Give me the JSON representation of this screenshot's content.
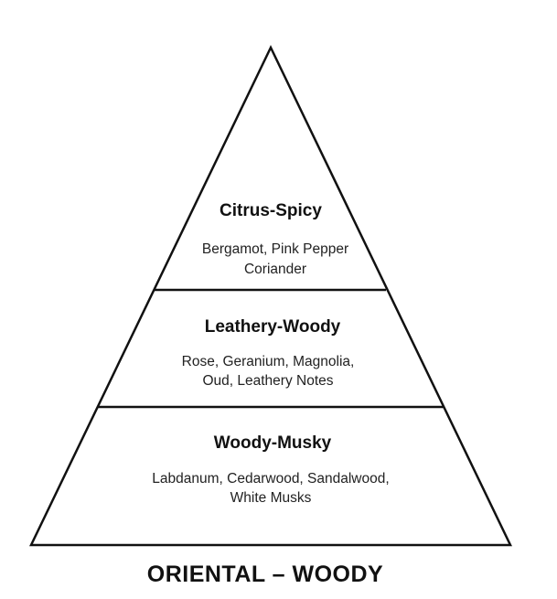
{
  "diagram": {
    "tiers": [
      {
        "title": "Citrus-Spicy",
        "notes_line1": "Bergamot, Pink Pepper",
        "notes_line2": "Coriander"
      },
      {
        "title": "Leathery-Woody",
        "notes_line1": "Rose, Geranium, Magnolia,",
        "notes_line2": "Oud, Leathery Notes"
      },
      {
        "title": "Woody-Musky",
        "notes_line1": "Labdanum, Cedarwood, Sandalwood,",
        "notes_line2": "White Musks"
      }
    ],
    "family": "ORIENTAL – WOODY"
  }
}
